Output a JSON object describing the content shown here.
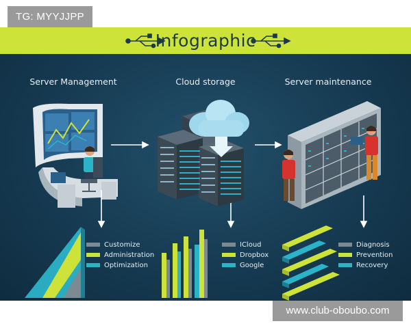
{
  "watermark_top": "TG: MYYJJPP",
  "watermark_bottom": "www.club-oboubo.com",
  "banner": {
    "title": "Infographic"
  },
  "colors": {
    "lime": "#cde33a",
    "teal": "#2bb3c8",
    "gray": "#7c8a93",
    "bg": "#163b52"
  },
  "sections": [
    {
      "title": "Server Management",
      "legend": [
        "Customize",
        "Administration",
        "Optimization"
      ]
    },
    {
      "title": "Cloud storage",
      "legend": [
        "ICloud",
        "Dropbox",
        "Google"
      ]
    },
    {
      "title": "Server maintenance",
      "legend": [
        "Diagnosis",
        "Prevention",
        "Recovery"
      ]
    }
  ]
}
